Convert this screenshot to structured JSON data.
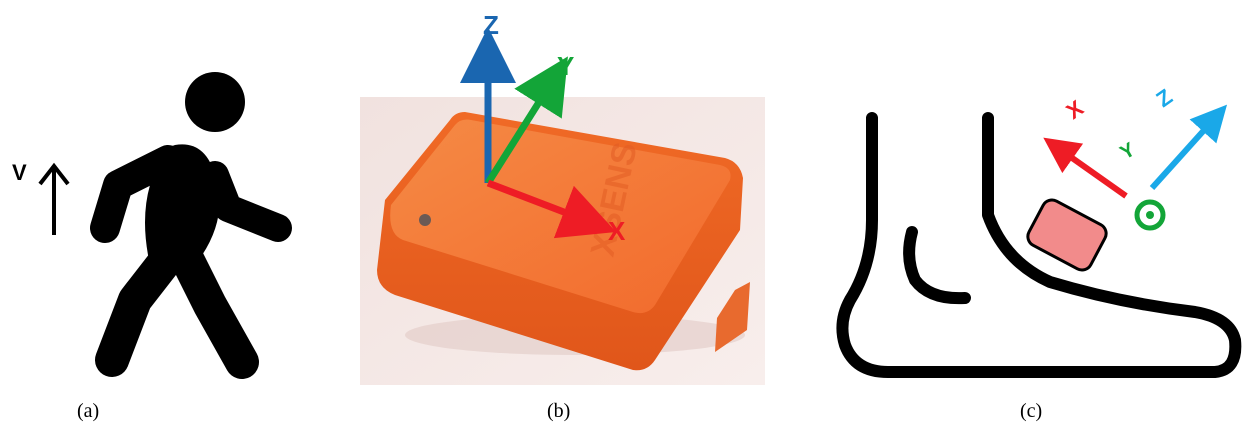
{
  "panels": [
    {
      "caption": "(a)",
      "velocity_label": "V",
      "icon": "walking-person-icon"
    },
    {
      "caption": "(b)",
      "axes": {
        "z": "Z",
        "y": "Y",
        "x": "X"
      },
      "device_text": "XSENS",
      "device_color": "#f26a2c"
    },
    {
      "caption": "(c)",
      "axes": {
        "x": "X",
        "y": "Y",
        "z": "Z"
      },
      "sensor_color": "#f28b8b"
    }
  ],
  "colors": {
    "x": "#ee1c25",
    "y": "#13a538",
    "z_b": "#1a66b0",
    "z_c": "#1aa8e8"
  }
}
